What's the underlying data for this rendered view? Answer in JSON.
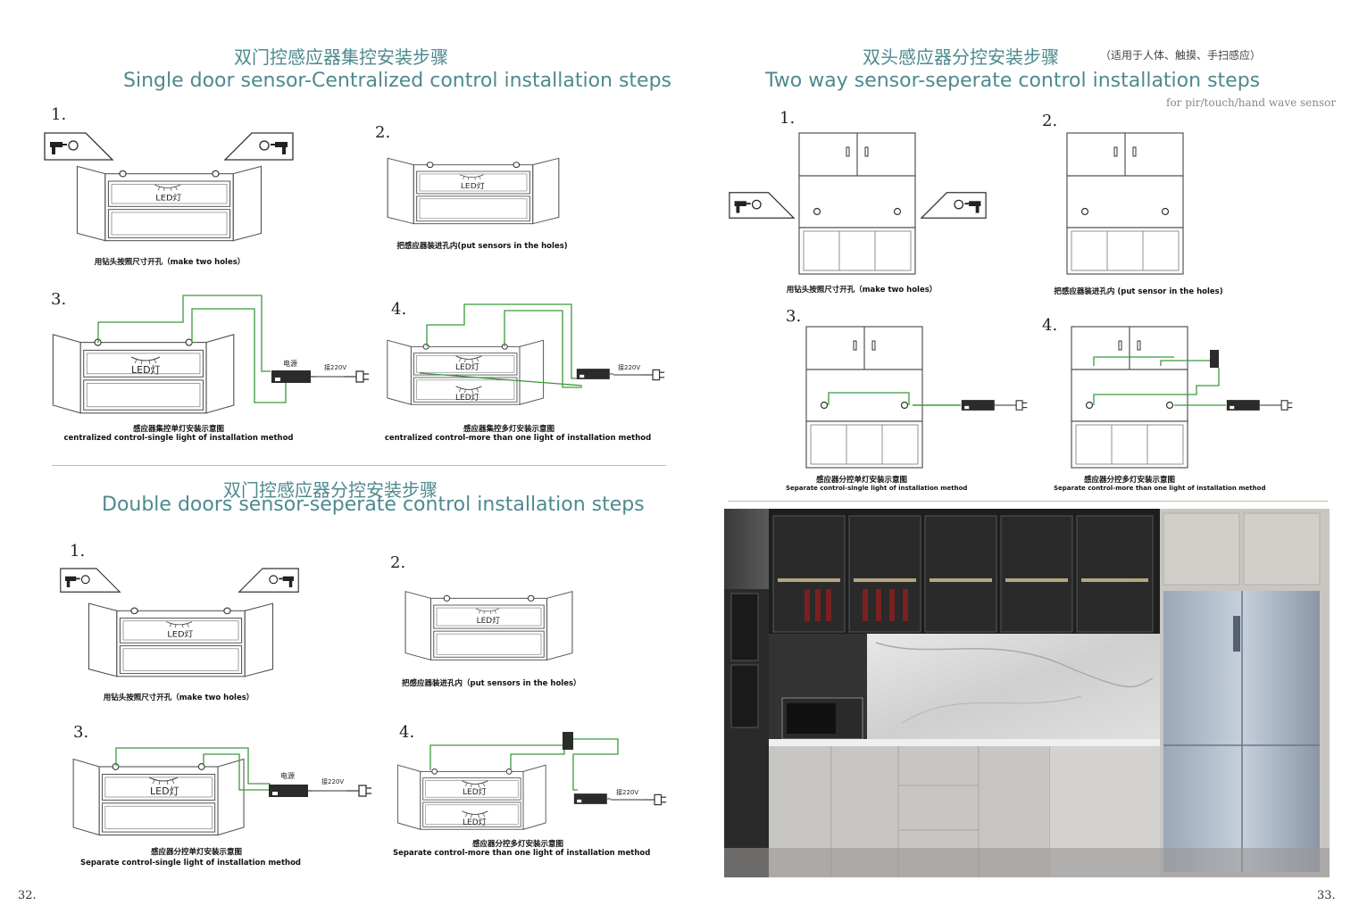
{
  "left": {
    "sec1": {
      "title_cn": "双门控感应器集控安装步骤",
      "title_en": "Single door sensor-Centralized control installation steps",
      "steps": [
        {
          "num": "1.",
          "caption": "用钻头按照尺寸开孔（make two holes）"
        },
        {
          "num": "2.",
          "caption": "把感应器装进孔内(put sensors in the holes)"
        },
        {
          "num": "3.",
          "caption": "感应器集控单灯安装示意图",
          "caption2": "centralized control-single light of installation method"
        },
        {
          "num": "4.",
          "caption": "感应器集控多灯安装示意图",
          "caption2": "centralized control-more than one light of installation method"
        }
      ]
    },
    "sec2": {
      "title_cn": "双门控感应器分控安装步骤",
      "title_en": "Double doors sensor-seperate control installation steps",
      "steps": [
        {
          "num": "1.",
          "caption": "用钻头按照尺寸开孔（make two holes）"
        },
        {
          "num": "2.",
          "caption": "把感应器装进孔内（put sensors in the holes）"
        },
        {
          "num": "3.",
          "caption": "感应器分控单灯安装示意图",
          "caption2": "Separate control-single light of installation method"
        },
        {
          "num": "4.",
          "caption": "感应器分控多灯安装示意图",
          "caption2": "Separate control-more than one light of installation method"
        }
      ]
    },
    "labels": {
      "led": "LED灯",
      "power": "电源",
      "mains": "接220V"
    },
    "page_number": "32."
  },
  "right": {
    "title_cn": "双头感应器分控安装步骤",
    "title_note": "（适用于人体、触摸、手扫感应）",
    "title_en": "Two way sensor-seperate control installation steps",
    "subtitle": "for pir/touch/hand wave sensor",
    "steps": [
      {
        "num": "1.",
        "caption": "用钻头按照尺寸开孔（make two holes）"
      },
      {
        "num": "2.",
        "caption": "把感应器装进孔内 (put sensor in the holes)"
      },
      {
        "num": "3.",
        "caption": "感应器分控单灯安装示意图",
        "caption2": "Separate control-single light of installation method"
      },
      {
        "num": "4.",
        "caption": "感应器分控多灯安装示意图",
        "caption2": "Separate control-more than one light of installation method"
      }
    ],
    "page_number": "33."
  },
  "colors": {
    "accent": "#4d8a8f",
    "wire": "#3a9a3a",
    "divider": "#c9b99a"
  },
  "icons": [
    "drill-icon"
  ]
}
